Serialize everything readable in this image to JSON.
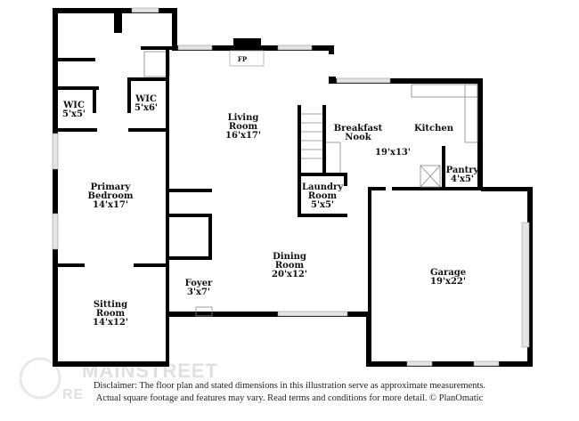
{
  "watermark": {
    "brand": "MAINSTREET",
    "sub": "RE"
  },
  "rooms": {
    "fp": "FP",
    "living": {
      "name1": "Living",
      "name2": "Room",
      "dim": "16'x17'"
    },
    "nook": {
      "name1": "Breakfast",
      "name2": "Nook"
    },
    "kitchen": {
      "name": "Kitchen",
      "dim": "19'x13'"
    },
    "pantry": {
      "name": "Pantry",
      "dim": "4'x5'"
    },
    "laundry": {
      "name1": "Laundry",
      "name2": "Room",
      "dim": "5'x5'"
    },
    "wic1": {
      "name": "WIC",
      "dim": "5'x5'"
    },
    "wic2": {
      "name": "WIC",
      "dim": "5'x6'"
    },
    "primary": {
      "name1": "Primary",
      "name2": "Bedroom",
      "dim": "14'x17'"
    },
    "dining": {
      "name1": "Dining",
      "name2": "Room",
      "dim": "20'x12'"
    },
    "foyer": {
      "name": "Foyer",
      "dim": "3'x7'"
    },
    "sitting": {
      "name1": "Sitting",
      "name2": "Room",
      "dim": "14'x12'"
    },
    "garage": {
      "name": "Garage",
      "dim": "19'x22'"
    }
  },
  "disclaimer": {
    "line1": "Disclaimer: The floor plan and stated dimensions in this illustration serve as approximate measurements.",
    "line2": "Actual square footage and features may vary. Read terms and conditions for more detail. © PlanOmatic"
  }
}
